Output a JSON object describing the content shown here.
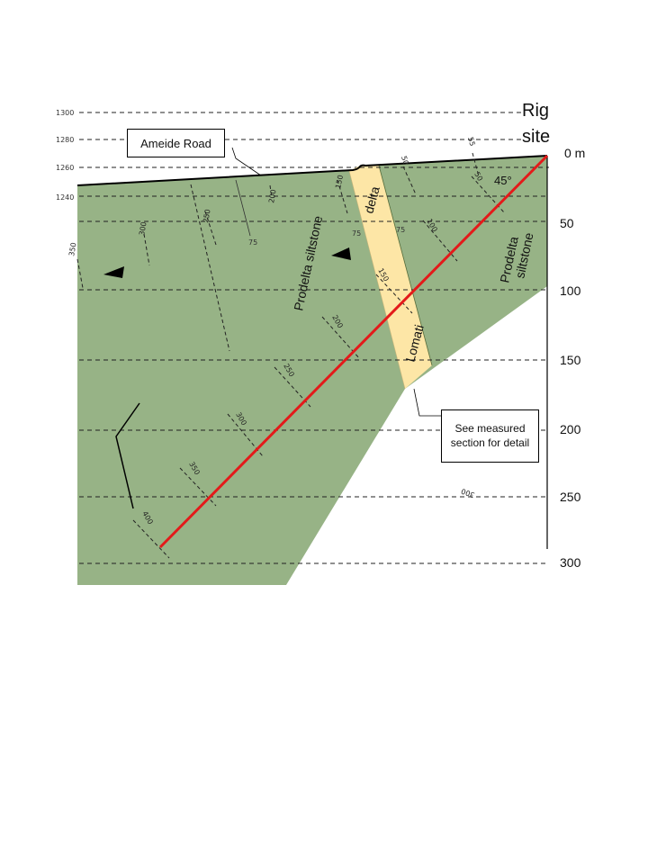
{
  "elevation_labels": [
    "1300",
    "1280",
    "1260",
    "1240"
  ],
  "depth_labels": [
    "0 m",
    "50",
    "100",
    "150",
    "200",
    "250",
    "300"
  ],
  "rig_site": [
    "Rig",
    "site"
  ],
  "road_callout": "Ameide Road",
  "section_callout": "See measured section for detail",
  "units": {
    "prodelta_left": "Prodelta siltstone",
    "prodelta_right_1": "Prodelta",
    "prodelta_right_2": "siltstone",
    "delta": "delta",
    "lomati": "Lomati"
  },
  "angle_label": "45°",
  "dip_labels": [
    "75",
    "75",
    "75"
  ],
  "hole_depth_marks": [
    "50",
    "100",
    "150",
    "200",
    "250",
    "300",
    "350",
    "400"
  ],
  "contour_labels": [
    "55",
    "50",
    "150",
    "200",
    "250",
    "300",
    "350",
    "300"
  ],
  "colors": {
    "prodelta": "#97b386",
    "delta": "#fde6a6",
    "borehole": "#e31a1a"
  }
}
